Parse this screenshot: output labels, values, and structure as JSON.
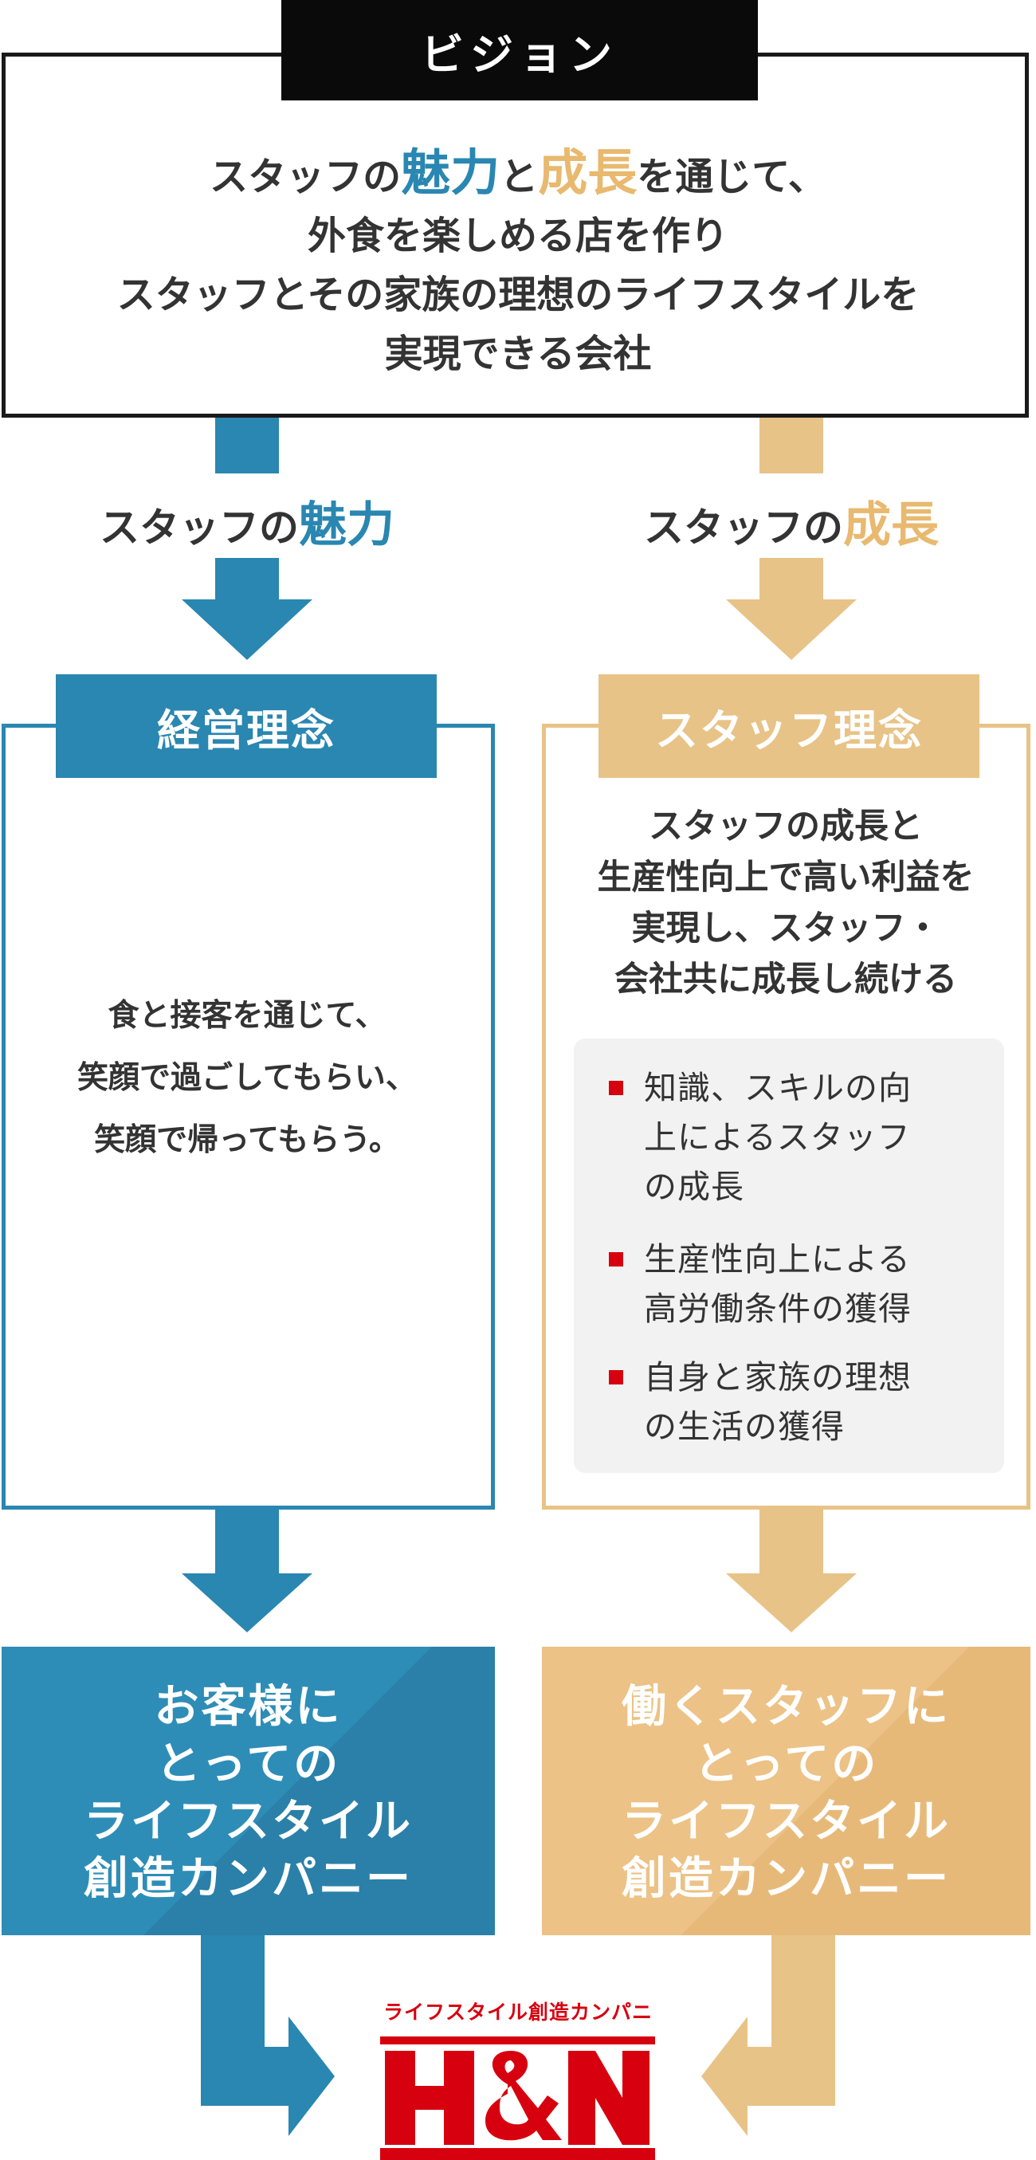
{
  "vision": {
    "tab_label": "ビジョン",
    "line1_pre": "スタッフの",
    "line1_charm": "魅力",
    "line1_mid": "と",
    "line1_growth": "成長",
    "line1_post": "を通じて、",
    "line2": "外食を楽しめる店を作り",
    "line3": "スタッフとその家族の理想のライフスタイルを",
    "line4": "実現できる会社"
  },
  "left_subtitle": {
    "pre": "スタッフの",
    "accent": "魅力"
  },
  "right_subtitle": {
    "pre": "スタッフの",
    "accent": "成長"
  },
  "management": {
    "tab_label": "経営理念",
    "lines": [
      "食と接客を通じて、",
      "笑顔で過ごしてもらい、",
      "笑顔で帰ってもらう。"
    ]
  },
  "staff": {
    "tab_label": "スタッフ理念",
    "lines": [
      "スタッフの成長と",
      "生産性向上で高い利益を",
      "実現し、スタッフ・",
      "会社共に成長し続ける"
    ],
    "bullets": [
      {
        "lines": [
          "知識、スキルの向",
          "上によるスタッフ",
          "の成長"
        ]
      },
      {
        "lines": [
          "生産性向上による",
          "高労働条件の獲得"
        ]
      },
      {
        "lines": [
          "自身と家族の理想",
          "の生活の獲得"
        ]
      }
    ]
  },
  "customer_company": {
    "lines": [
      "お客様に",
      "とっての",
      "ライフスタイル",
      "創造カンパニー"
    ]
  },
  "worker_company": {
    "lines": [
      "働くスタッフに",
      "とっての",
      "ライフスタイル",
      "創造カンパニー"
    ]
  },
  "logo": {
    "tagline": "ライフスタイル創造カンパニー",
    "mark": "H&N"
  },
  "colors": {
    "blue": "#2987b1",
    "gold": "#e8c387",
    "red": "#d7000f",
    "dark": "#0a0a0a"
  }
}
